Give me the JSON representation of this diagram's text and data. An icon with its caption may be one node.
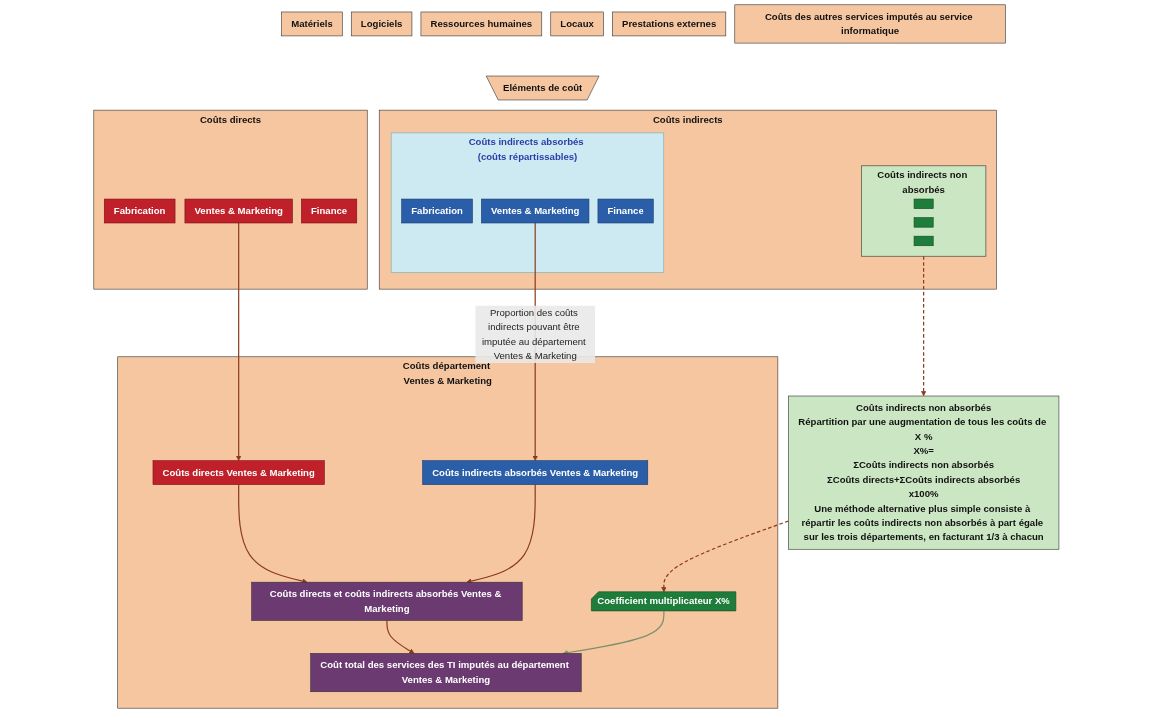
{
  "diagram": {
    "nodes": [
      {
        "text": [
          "Matériels"
        ]
      },
      {
        "text": [
          "Logiciels"
        ]
      },
      {
        "text": [
          "Ressources humaines"
        ]
      },
      {
        "text": [
          "Locaux"
        ]
      },
      {
        "text": [
          "Prestations externes"
        ]
      },
      {
        "text": [
          "Coûts des autres services imputés au service informatique"
        ]
      },
      {
        "text": [
          "Eléments de coût"
        ]
      },
      {
        "text": [
          "Coûts directs"
        ]
      },
      {
        "text": [
          "Fabrication"
        ],
        "in": 7
      },
      {
        "text": [
          "Ventes & Marketing"
        ],
        "in": 7
      },
      {
        "text": [
          "Finance"
        ],
        "in": 7
      },
      {
        "text": [
          "Coûts indirects"
        ]
      },
      {
        "text": [
          "Coûts indirects absorbés (coûts répartissables)"
        ],
        "in": 11
      },
      {
        "text": [
          "Fabrication"
        ],
        "in": 12
      },
      {
        "text": [
          "Ventes & Marketing"
        ],
        "in": 12
      },
      {
        "text": [
          "Finance"
        ],
        "in": 12
      },
      {
        "text": [
          "Coûts indirects non absorbés"
        ],
        "in": 11
      },
      {
        "text": [],
        "shape": "box",
        "in": 16
      },
      {
        "text": [],
        "shape": "box",
        "in": 16
      },
      {
        "text": [],
        "shape": "box",
        "in": 16
      },
      {
        "text": [
          "Coûts département Ventes & Marketing"
        ]
      },
      {
        "text": [
          "Coûts directs Ventes & Marketing"
        ],
        "in": 20
      },
      {
        "text": [
          "Coûts indirects absorbés Ventes & Marketing"
        ],
        "in": 20
      },
      {
        "text": [
          "Coûts directs et coûts indirects absorbés Ventes & Marketing"
        ],
        "in": 20
      },
      {
        "text": [
          "Coefficient multiplicateur X%"
        ],
        "in": 20
      },
      {
        "text": [
          "Coût total des services des TI imputés au département Ventes & Marketing"
        ],
        "in": 20
      },
      {
        "text": [
          "Coûts indirects non absorbés",
          "Répartition par une augmentation de tous les coûts de X %",
          "X%=",
          "ΣCoûts indirects non absorbés",
          "ΣCoûts directs+ΣCoûts indirects absorbés",
          "x100%",
          "Une méthode alternative plus simple consiste à répartir les coûts indirects non absorbés à part égale sur les trois départements, en facturant 1/3 à chacun"
        ]
      }
    ],
    "edges": [
      {
        "from": 9,
        "to": 21,
        "arrow": "to"
      },
      {
        "from": 14,
        "to": 22,
        "arrow": "to",
        "label": "Proportion des coûts indirects pouvant être imputée au département Ventes & Marketing"
      },
      {
        "from": 16,
        "to": 26,
        "arrow": "to",
        "style": "dashed"
      },
      {
        "from": 21,
        "to": 23,
        "arrow": "to"
      },
      {
        "from": 22,
        "to": 23,
        "arrow": "to"
      },
      {
        "from": 23,
        "to": 25,
        "arrow": "to"
      },
      {
        "from": 24,
        "to": 25,
        "arrow": "to",
        "color": "#7d8f6a"
      },
      {
        "from": 26,
        "to": 24,
        "arrow": "to",
        "style": "dashed"
      }
    ]
  }
}
